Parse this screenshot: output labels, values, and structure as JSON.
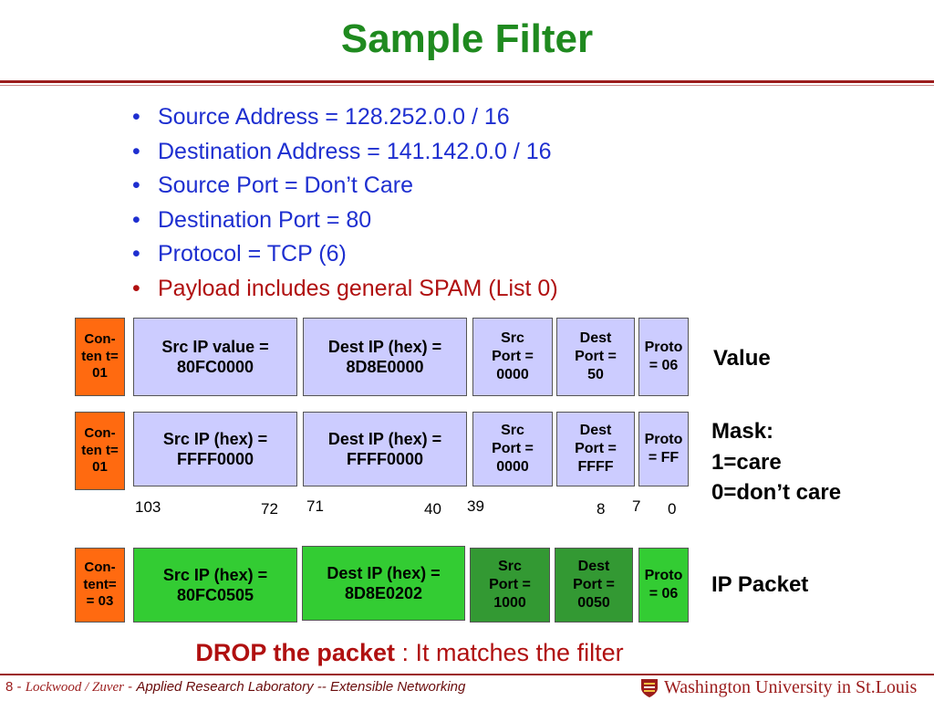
{
  "title": "Sample Filter",
  "bullets": [
    "Source Address = 128.252.0.0 / 16",
    "Destination Address = 141.142.0.0 / 16",
    "Source Port = Don’t Care",
    "Destination Port = 80",
    "Protocol = TCP (6)",
    "Payload includes general SPAM (List 0)"
  ],
  "value_row": {
    "content": "Con-\nten t=\n01",
    "src_ip": "Src IP value =\n80FC0000",
    "dest_ip": "Dest IP (hex) =\n8D8E0000",
    "src_port": "Src\nPort =\n0000",
    "dest_port": "Dest\nPort =\n50",
    "proto": "Proto\n= 06",
    "label": "Value"
  },
  "mask_row": {
    "content": "Con-\nten t=\n01",
    "src_ip": "Src IP (hex) =\nFFFF0000",
    "dest_ip": "Dest IP (hex) =\nFFFF0000",
    "src_port": "Src\nPort =\n0000",
    "dest_port": "Dest\nPort =\nFFFF",
    "proto": "Proto\n= FF",
    "label": "Mask:\n1=care\n0=don’t care"
  },
  "bit_numbers": [
    "103",
    "72",
    "71",
    "40",
    "39",
    "8",
    "7",
    "0"
  ],
  "packet_row": {
    "content": "Con-\ntent=\n= 03",
    "src_ip": "Src IP (hex) =\n80FC0505",
    "dest_ip": "Dest IP (hex) =\n8D8E0202",
    "src_port": "Src\nPort =\n1000",
    "dest_port": "Dest\nPort =\n0050",
    "proto": "Proto\n= 06",
    "label": "IP Packet"
  },
  "conclusion": {
    "bold": "DROP the packet",
    "rest": " : It matches the filter"
  },
  "footer": {
    "slide_num": "8 - ",
    "authors": "Lockwood / Zuver",
    "separator": " - ",
    "lab": "Applied Research Laboratory -- Extensible Networking",
    "logo_text": "Washington University in St.Louis"
  },
  "colors": {
    "title": "#1f8a1f",
    "bullet": "#1e2fd0",
    "highlight": "#b01010",
    "filter_box": "#ccccff",
    "content_box": "#ff6a10",
    "packet_box": "#33cc33",
    "packet_port_box": "#339933"
  }
}
